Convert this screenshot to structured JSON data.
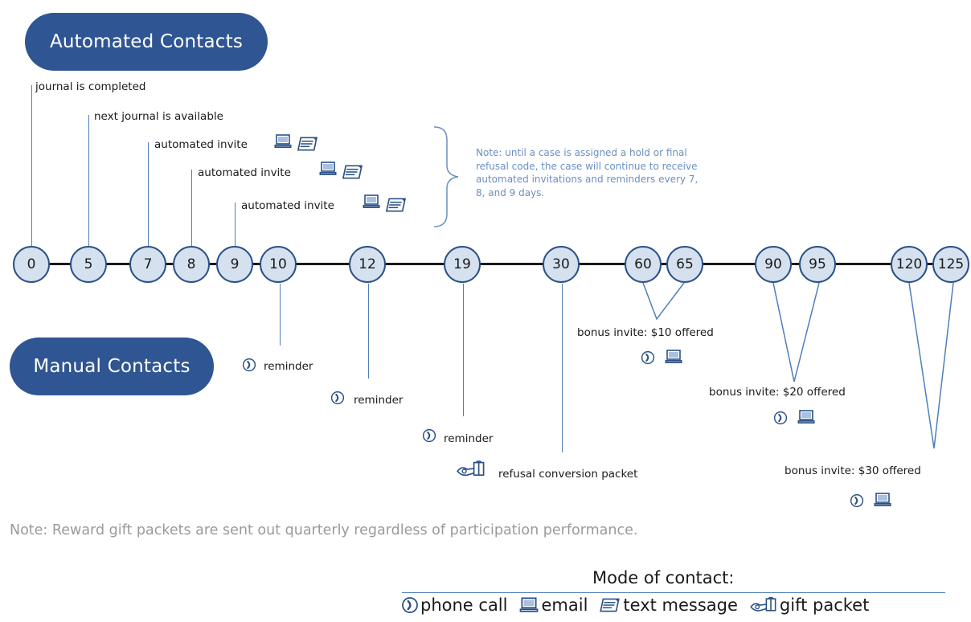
{
  "headers": {
    "automated": "Automated Contacts",
    "manual": "Manual Contacts"
  },
  "automated_labels": {
    "journal_completed": "journal is completed",
    "next_journal": "next journal is available",
    "invite1": "automated invite",
    "invite2": "automated invite",
    "invite3": "automated invite"
  },
  "brace_note": "Note: until a case is assigned a hold or final refusal code, the case will continue to receive automated invitations and reminders every 7, 8, and 9 days.",
  "timeline_days": [
    "0",
    "5",
    "7",
    "8",
    "9",
    "10",
    "12",
    "19",
    "30",
    "60",
    "65",
    "90",
    "95",
    "120",
    "125"
  ],
  "manual_labels": {
    "reminder1": "reminder",
    "reminder2": "reminder",
    "reminder3": "reminder",
    "refusal": "refusal conversion packet",
    "bonus10": "bonus invite: $10 offered",
    "bonus20": "bonus invite: $20 offered",
    "bonus30": "bonus invite: $30 offered"
  },
  "bottom_note": "Note: Reward gift packets are sent out quarterly regardless of participation performance.",
  "legend": {
    "title": "Mode of contact:",
    "phone": "phone call",
    "email": "email",
    "text": "text message",
    "gift": "gift packet"
  },
  "icons": [
    "phone-icon",
    "email-icon",
    "text-message-icon",
    "gift-packet-icon",
    "brace-icon"
  ],
  "colors": {
    "pill": "#2f5592",
    "node_fill": "#d6e1ef",
    "node_border": "#2a5186",
    "connector": "#4f7ebc",
    "note_blue": "#6c8fc3"
  }
}
